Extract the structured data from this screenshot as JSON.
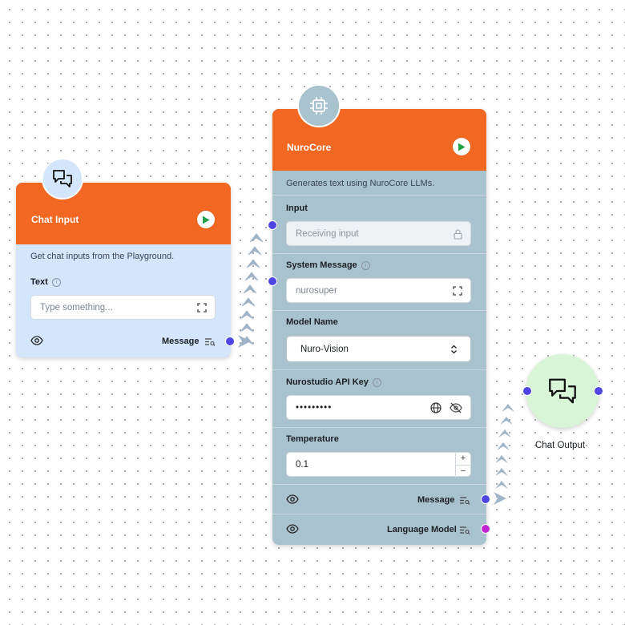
{
  "chat_input": {
    "title": "Chat Input",
    "description": "Get chat inputs from the Playground.",
    "text_label": "Text",
    "text_placeholder": "Type something...",
    "output_label": "Message"
  },
  "nurocore": {
    "title": "NuroCore",
    "description": "Generates text using NuroCore LLMs.",
    "input": {
      "label": "Input",
      "value": "Receiving input"
    },
    "system_message": {
      "label": "System Message",
      "value": "nurosuper"
    },
    "model_name": {
      "label": "Model Name",
      "value": "Nuro-Vision"
    },
    "api_key": {
      "label": "Nurostudio API Key",
      "value": "•••••••••"
    },
    "temperature": {
      "label": "Temperature",
      "value": "0.1",
      "plus": "+",
      "minus": "−"
    },
    "outputs": [
      {
        "label": "Message",
        "handle_color": "#4f46e5"
      },
      {
        "label": "Language Model",
        "handle_color": "#c026d3"
      }
    ]
  },
  "chat_output": {
    "title": "Chat Output"
  },
  "colors": {
    "header": "#f26822",
    "chat_input_body": "#d4e6fb",
    "nurocore_body": "#a9c3ce",
    "chat_output_bg": "#d8f5d8",
    "edge": "#9fb4c8",
    "play": "#22a34a"
  }
}
